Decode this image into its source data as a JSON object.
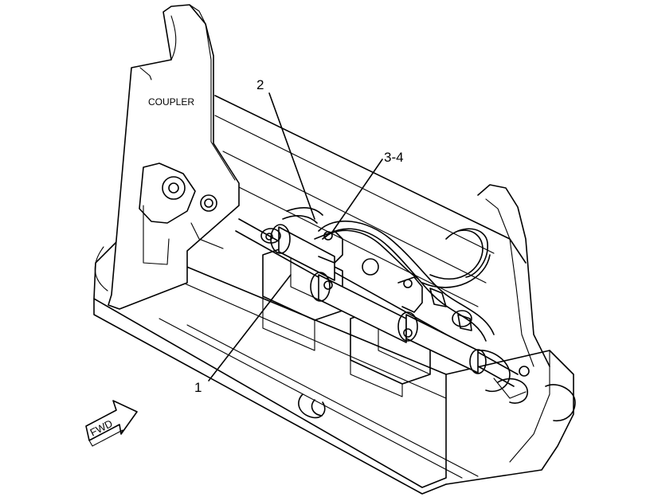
{
  "labels": {
    "coupler": "COUPLER",
    "forward_arrow": "FWD"
  },
  "callouts": {
    "item_1": "1",
    "item_2": "2",
    "item_3_4": "3-4"
  },
  "colors": {
    "line": "#000000",
    "background": "#ffffff"
  }
}
